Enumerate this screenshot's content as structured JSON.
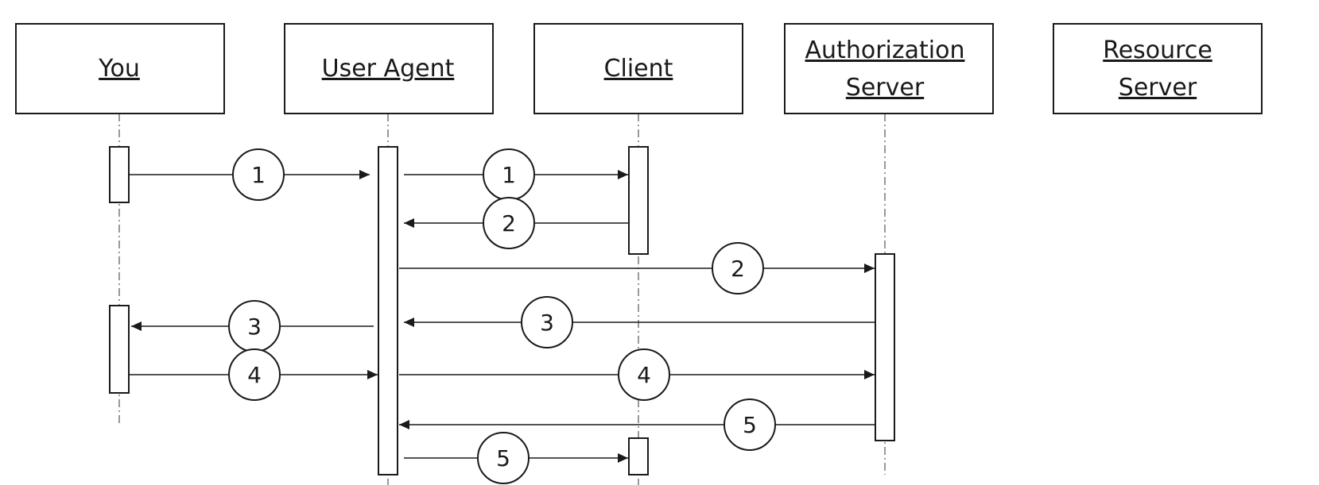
{
  "actors": [
    {
      "id": "you",
      "lines": [
        "You"
      ]
    },
    {
      "id": "user-agent",
      "lines": [
        "User Agent"
      ]
    },
    {
      "id": "client",
      "lines": [
        "Client"
      ]
    },
    {
      "id": "authorization-server",
      "lines": [
        "Authorization",
        "Server"
      ]
    },
    {
      "id": "resource-server",
      "lines": [
        "Resource",
        "Server"
      ]
    }
  ],
  "messages": [
    {
      "step": "1",
      "from": "you",
      "to": "user-agent"
    },
    {
      "step": "1",
      "from": "user-agent",
      "to": "client"
    },
    {
      "step": "2",
      "from": "client",
      "to": "user-agent"
    },
    {
      "step": "2",
      "from": "user-agent",
      "to": "authorization-server"
    },
    {
      "step": "3",
      "from": "authorization-server",
      "to": "user-agent"
    },
    {
      "step": "3",
      "from": "user-agent",
      "to": "you"
    },
    {
      "step": "4",
      "from": "you",
      "to": "user-agent"
    },
    {
      "step": "4",
      "from": "user-agent",
      "to": "authorization-server"
    },
    {
      "step": "5",
      "from": "authorization-server",
      "to": "user-agent"
    },
    {
      "step": "5",
      "from": "user-agent",
      "to": "client"
    }
  ]
}
